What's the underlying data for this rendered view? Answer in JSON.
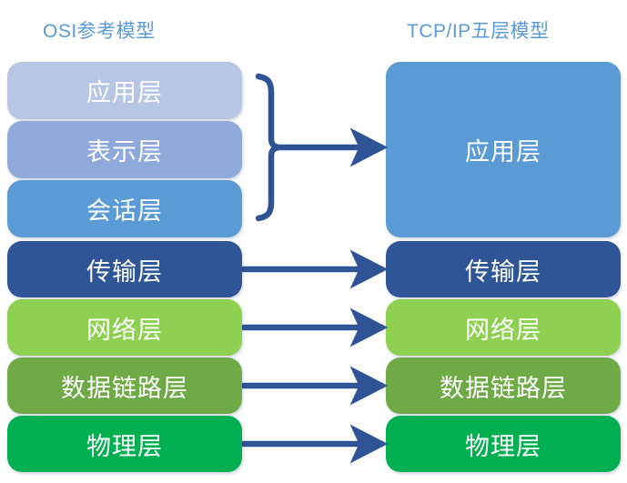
{
  "titles": {
    "left": "OSI参考模型",
    "right": "TCP/IP五层模型"
  },
  "colors": {
    "title": "#5b9bd5",
    "arrow": "#2e5496",
    "application_osi": "#b6c6e4",
    "presentation": "#8faada",
    "session": "#5b9bd5",
    "transport": "#2f5597",
    "network": "#8ed152",
    "datalink": "#6eaa46",
    "physical": "#00b050",
    "application_tcp": "#5b9bd5"
  },
  "osi_layers": [
    {
      "label": "应用层",
      "color": "#b6c6e4"
    },
    {
      "label": "表示层",
      "color": "#8faada"
    },
    {
      "label": "会话层",
      "color": "#5b9bd5"
    },
    {
      "label": "传输层",
      "color": "#2f5597"
    },
    {
      "label": "网络层",
      "color": "#8ed152"
    },
    {
      "label": "数据链路层",
      "color": "#6eaa46"
    },
    {
      "label": "物理层",
      "color": "#00b050"
    }
  ],
  "tcp_layers": [
    {
      "label": "应用层",
      "color": "#5b9bd5"
    },
    {
      "label": "传输层",
      "color": "#2f5597"
    },
    {
      "label": "网络层",
      "color": "#8ed152"
    },
    {
      "label": "数据链路层",
      "color": "#6eaa46"
    },
    {
      "label": "物理层",
      "color": "#00b050"
    }
  ],
  "connectors": [
    {
      "name": "brace-app",
      "type": "brace-arrow"
    },
    {
      "name": "arrow-transport",
      "type": "arrow"
    },
    {
      "name": "arrow-network",
      "type": "arrow"
    },
    {
      "name": "arrow-datalink",
      "type": "arrow"
    },
    {
      "name": "arrow-physical",
      "type": "arrow"
    }
  ]
}
